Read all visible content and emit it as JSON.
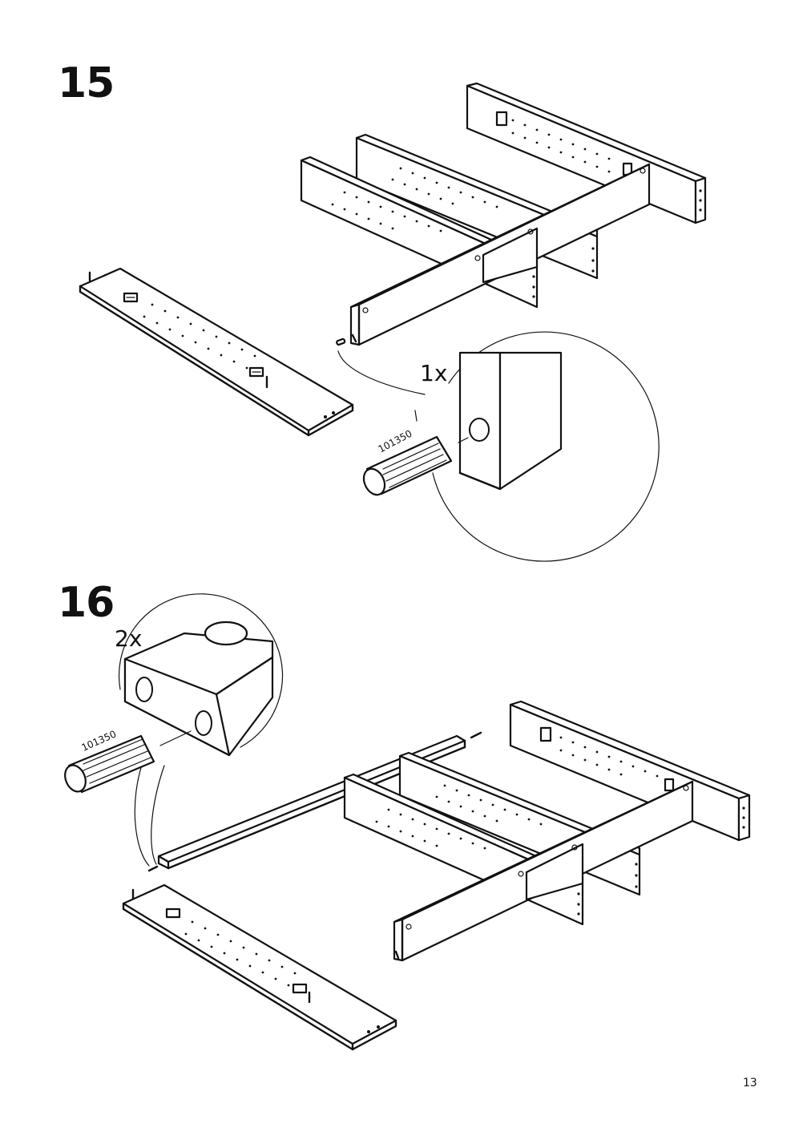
{
  "page": {
    "number": "13"
  },
  "steps": [
    {
      "number": "15",
      "quantity": "1x",
      "part_number": "101350"
    },
    {
      "number": "16",
      "quantity": "2x",
      "part_number": "101350"
    }
  ],
  "icons": {
    "dowel": "dowel-icon",
    "cam_lock": "cam-lock-icon",
    "magnifier": "detail-callout-circle"
  }
}
